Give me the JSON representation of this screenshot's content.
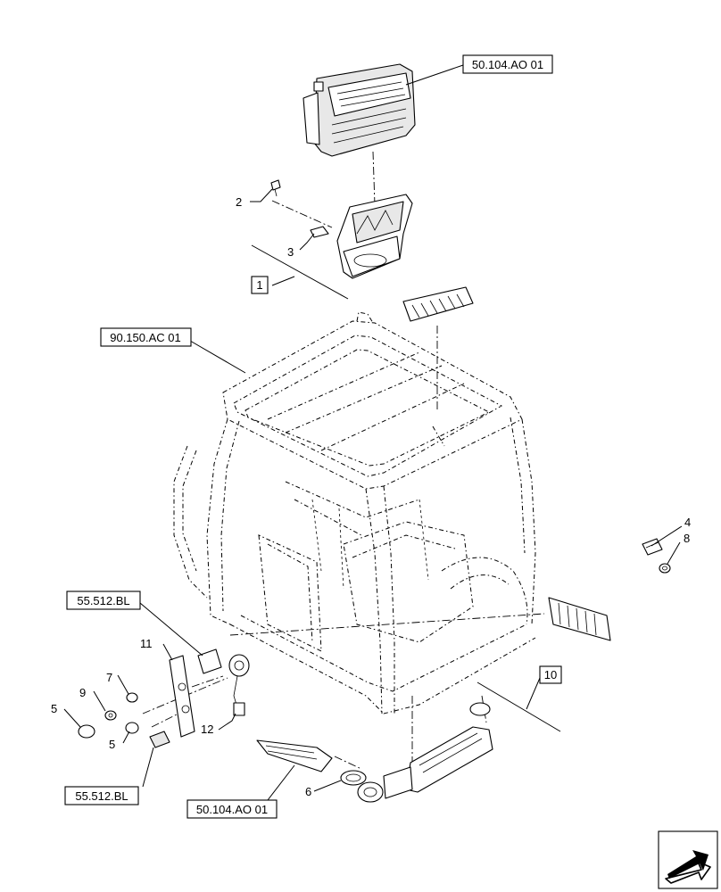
{
  "references": {
    "air_outlet_top": "50.104.AO 01",
    "cab_frame": "90.150.AC 01",
    "switch_panel": "55.512.BL",
    "switch_lower": "55.512.BL",
    "air_outlet_bottom": "50.104.AO 01"
  },
  "callouts": {
    "c1": "1",
    "c2": "2",
    "c3": "3",
    "c4": "4",
    "c5a": "5",
    "c5b": "5",
    "c6": "6",
    "c7": "7",
    "c8": "8",
    "c9": "9",
    "c10": "10",
    "c11": "11",
    "c12": "12"
  },
  "icons": {
    "navigation": "next-page-arrow-icon"
  }
}
